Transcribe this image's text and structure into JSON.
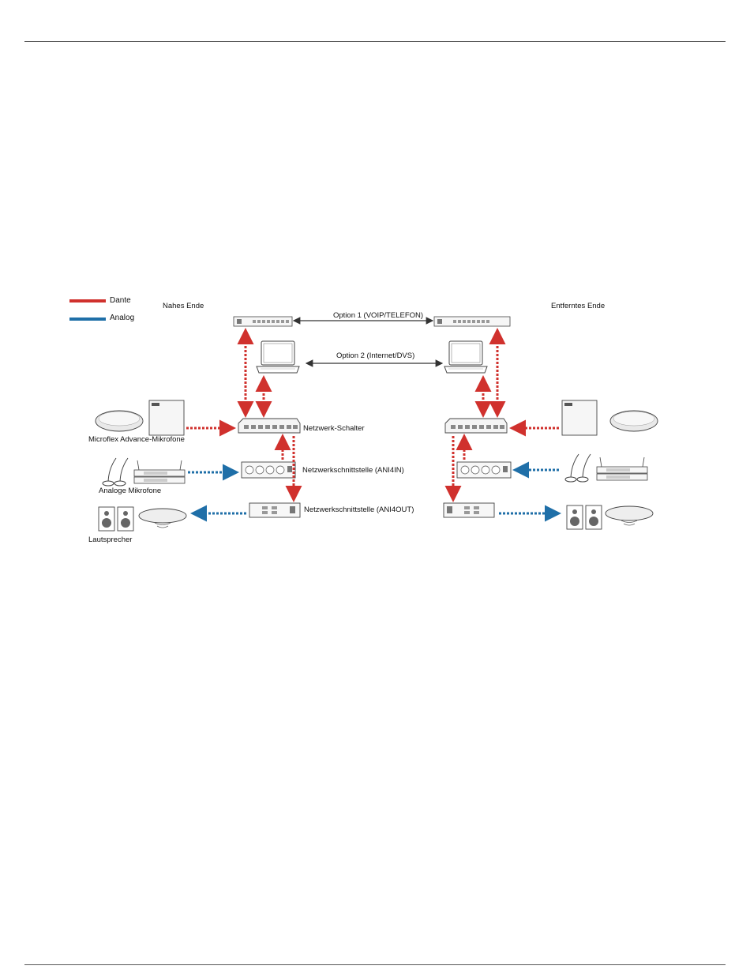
{
  "legend": {
    "items": [
      {
        "label": "Dante",
        "color": "#d0312d"
      },
      {
        "label": "Analog",
        "color": "#1f6fa8"
      }
    ]
  },
  "diagram": {
    "near_end_label": "Nahes Ende",
    "far_end_label": "Entferntes Ende",
    "option1_label": "Option 1 (VOIP/TELEFON)",
    "option2_label": "Option 2 (Internet/DVS)",
    "switch_label": "Netzwerk-Schalter",
    "ani4in_label": "Netzwerkschnittstelle (ANI4IN)",
    "ani4out_label": "Netzwerkschnittstelle (ANI4OUT)",
    "microflex_label": "Microflex Advance-Mikrofone",
    "analog_mics_label": "Analoge Mikrofone",
    "speakers_label": "Lautsprecher"
  },
  "colors": {
    "dante": "#d0312d",
    "analog": "#1f6fa8",
    "rule": "#555555",
    "device_stroke": "#444444"
  }
}
